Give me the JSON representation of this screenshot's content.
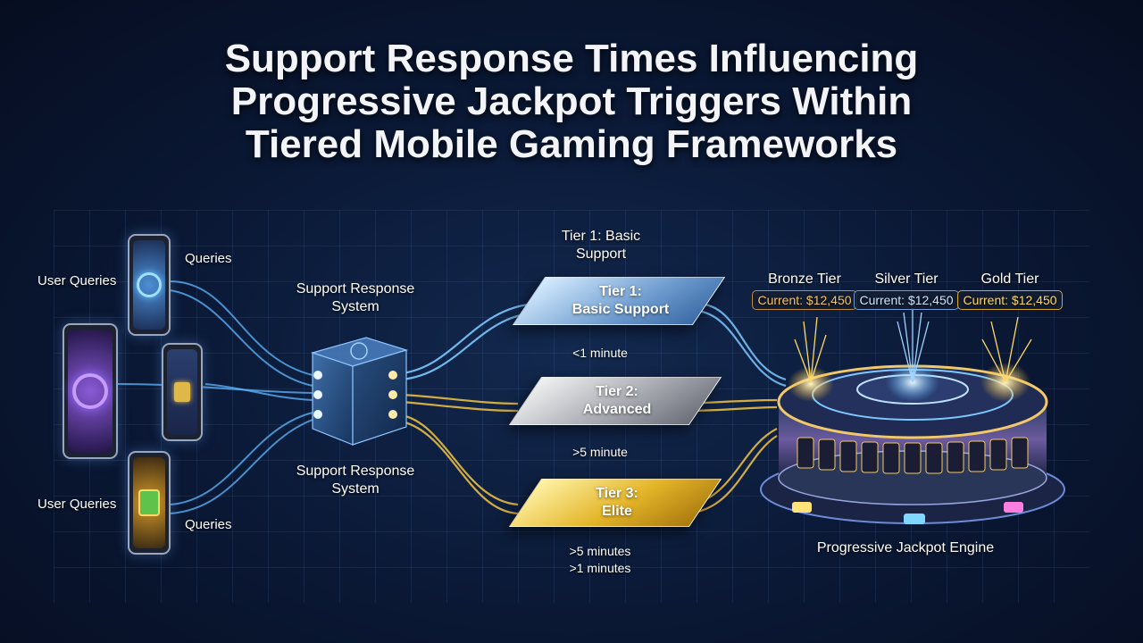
{
  "title": {
    "line1": "Support Response Times Influencing",
    "line2": "Progressive Jackpot Triggers Within",
    "line3": "Tiered Mobile Gaming Frameworks"
  },
  "left": {
    "user_queries_top": "User Queries",
    "queries_top": "Queries",
    "user_queries_bottom": "User Queries",
    "queries_bottom": "Queries"
  },
  "hub": {
    "label_top": "Support Response System",
    "label_bottom": "Support Response System"
  },
  "tiers": {
    "header": "Tier 1: Basic Support",
    "tier1": {
      "title": "Tier 1:",
      "subtitle": "Basic Support",
      "time": "<1 minute"
    },
    "tier2": {
      "title": "Tier 2:",
      "subtitle": "Advanced",
      "time": ">5 minute"
    },
    "tier3": {
      "title": "Tier 3:",
      "subtitle": "Elite",
      "time_line1": ">5 minutes",
      "time_line2": ">1 minutes"
    }
  },
  "jackpot": {
    "bronze": {
      "name": "Bronze Tier",
      "current": "Current: $12,450"
    },
    "silver": {
      "name": "Silver Tier",
      "current": "Current: $12,450"
    },
    "gold": {
      "name": "Gold Tier",
      "current": "Current: $12,450"
    },
    "engine_label": "Progressive Jackpot Engine"
  },
  "colors": {
    "blue_flow": "#5fb8ff",
    "gold_flow": "#f5c542",
    "bronze": "#f6c36b",
    "silver": "#cfe4ff",
    "gold": "#ffd968"
  }
}
